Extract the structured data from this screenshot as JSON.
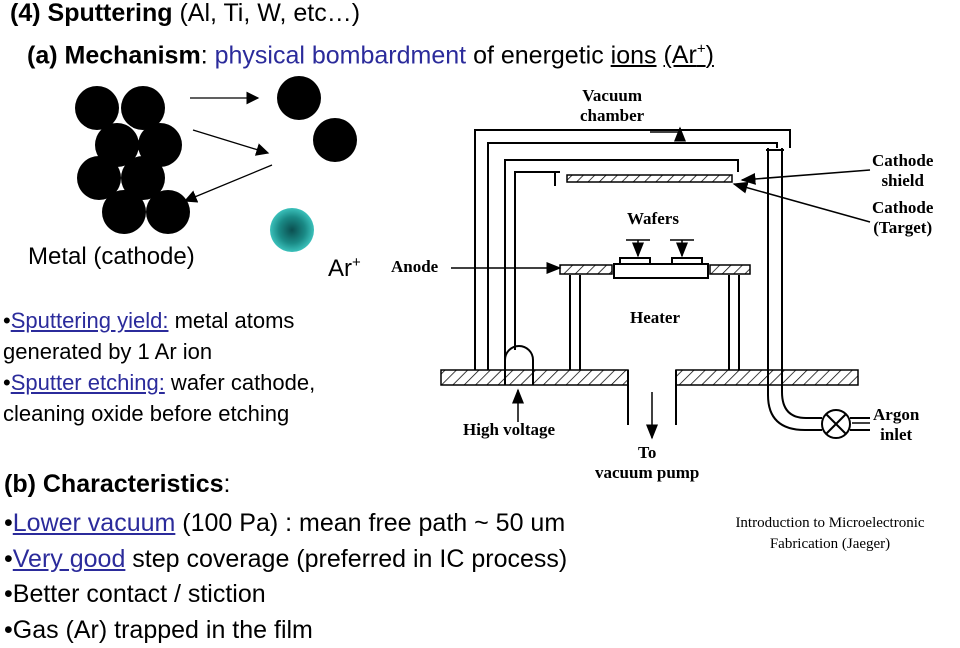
{
  "heading": {
    "number": "(4)",
    "title": "Sputtering",
    "examples": "(Al, Ti, W, etc…)"
  },
  "mechanism": {
    "marker": "(a)",
    "label": "Mechanism",
    "sep": ":",
    "highlight": "physical bombardment",
    "mid": "of energetic",
    "ions_word": "ions",
    "ions_rest": "(Ar",
    "ions_sup": "+",
    "ions_close": ")",
    "metal_label": "Metal (cathode)",
    "ion_label": "Ar",
    "ion_sup": "+"
  },
  "notes": [
    {
      "term": "Sputtering yield:",
      "desc": " metal atoms",
      "cont": "generated by 1 Ar ion"
    },
    {
      "term": "Sputter etching:",
      "desc": " wafer cathode,",
      "cont": "cleaning oxide before etching"
    }
  ],
  "characteristics": {
    "marker": "(b)",
    "label": "Characteristics",
    "sep": ":",
    "items": [
      {
        "term": "Lower vacuum",
        "rest": " (100 Pa) : mean free path ~ 50 um"
      },
      {
        "term": "Very good",
        "rest": " step coverage (preferred in IC process)"
      },
      {
        "term": "",
        "rest": "Better contact / stiction"
      },
      {
        "term": "",
        "rest": "Gas (Ar) trapped in the film"
      }
    ]
  },
  "diagram": {
    "vacuum_chamber": [
      "Vacuum",
      "chamber"
    ],
    "cathode_shield": [
      "Cathode",
      "shield"
    ],
    "cathode_target": [
      "Cathode",
      "(Target)"
    ],
    "wafers": "Wafers",
    "anode": "Anode",
    "heater": "Heater",
    "high_voltage": "High voltage",
    "to_pump": [
      "To",
      "vacuum pump"
    ],
    "argon_inlet": [
      "Argon",
      "inlet"
    ]
  },
  "credit": [
    "Introduction to Microelectronic",
    "Fabrication (Jaeger)"
  ],
  "colors": {
    "link": "#2b2b9b",
    "ion": "#1a8a86"
  }
}
